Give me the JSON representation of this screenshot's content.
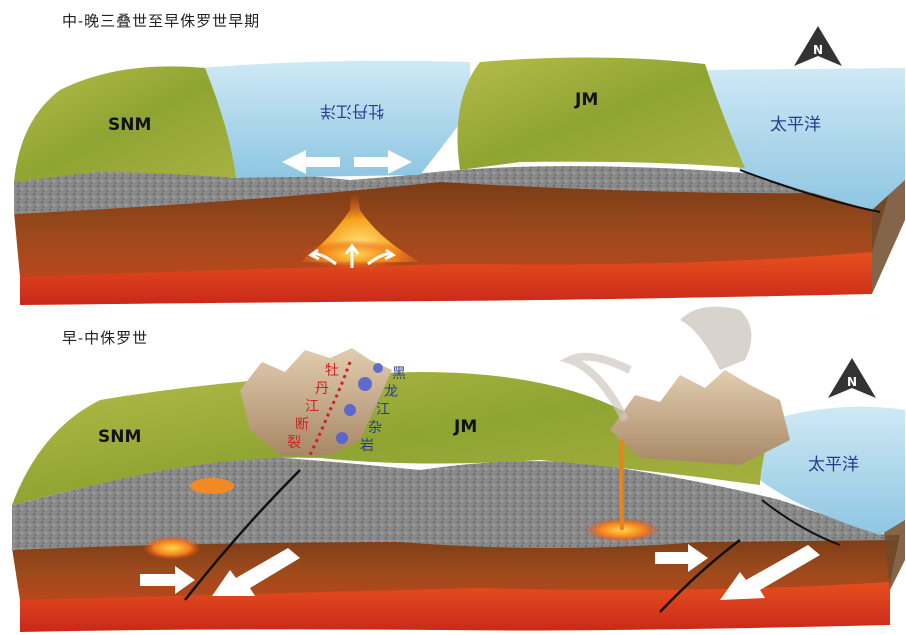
{
  "panels": [
    {
      "title": "中-晚三叠世至早侏罗世早期",
      "labels": {
        "snm": "SNM",
        "jm": "JM",
        "mudanjiang_ocean": "牡丹江洋",
        "pacific": "太平洋"
      },
      "north_symbol": "N"
    },
    {
      "title": "早-中侏罗世",
      "labels": {
        "snm": "SNM",
        "jm": "JM",
        "pacific": "太平洋",
        "fault": [
          "牡",
          "丹",
          "江",
          "断",
          "裂"
        ],
        "heilongjiang_complex": [
          "黑",
          "龙",
          "江",
          "杂",
          "岩"
        ]
      },
      "north_symbol": "N"
    }
  ],
  "colors": {
    "land": "#9fae3c",
    "ocean": "#a9d6ea",
    "crust": "#8d8d8d",
    "mantle": "#8a4a1e",
    "asthenosphere": "#d8421e",
    "fault_line": "#d32020",
    "complex_text": "#2b3a8c"
  }
}
